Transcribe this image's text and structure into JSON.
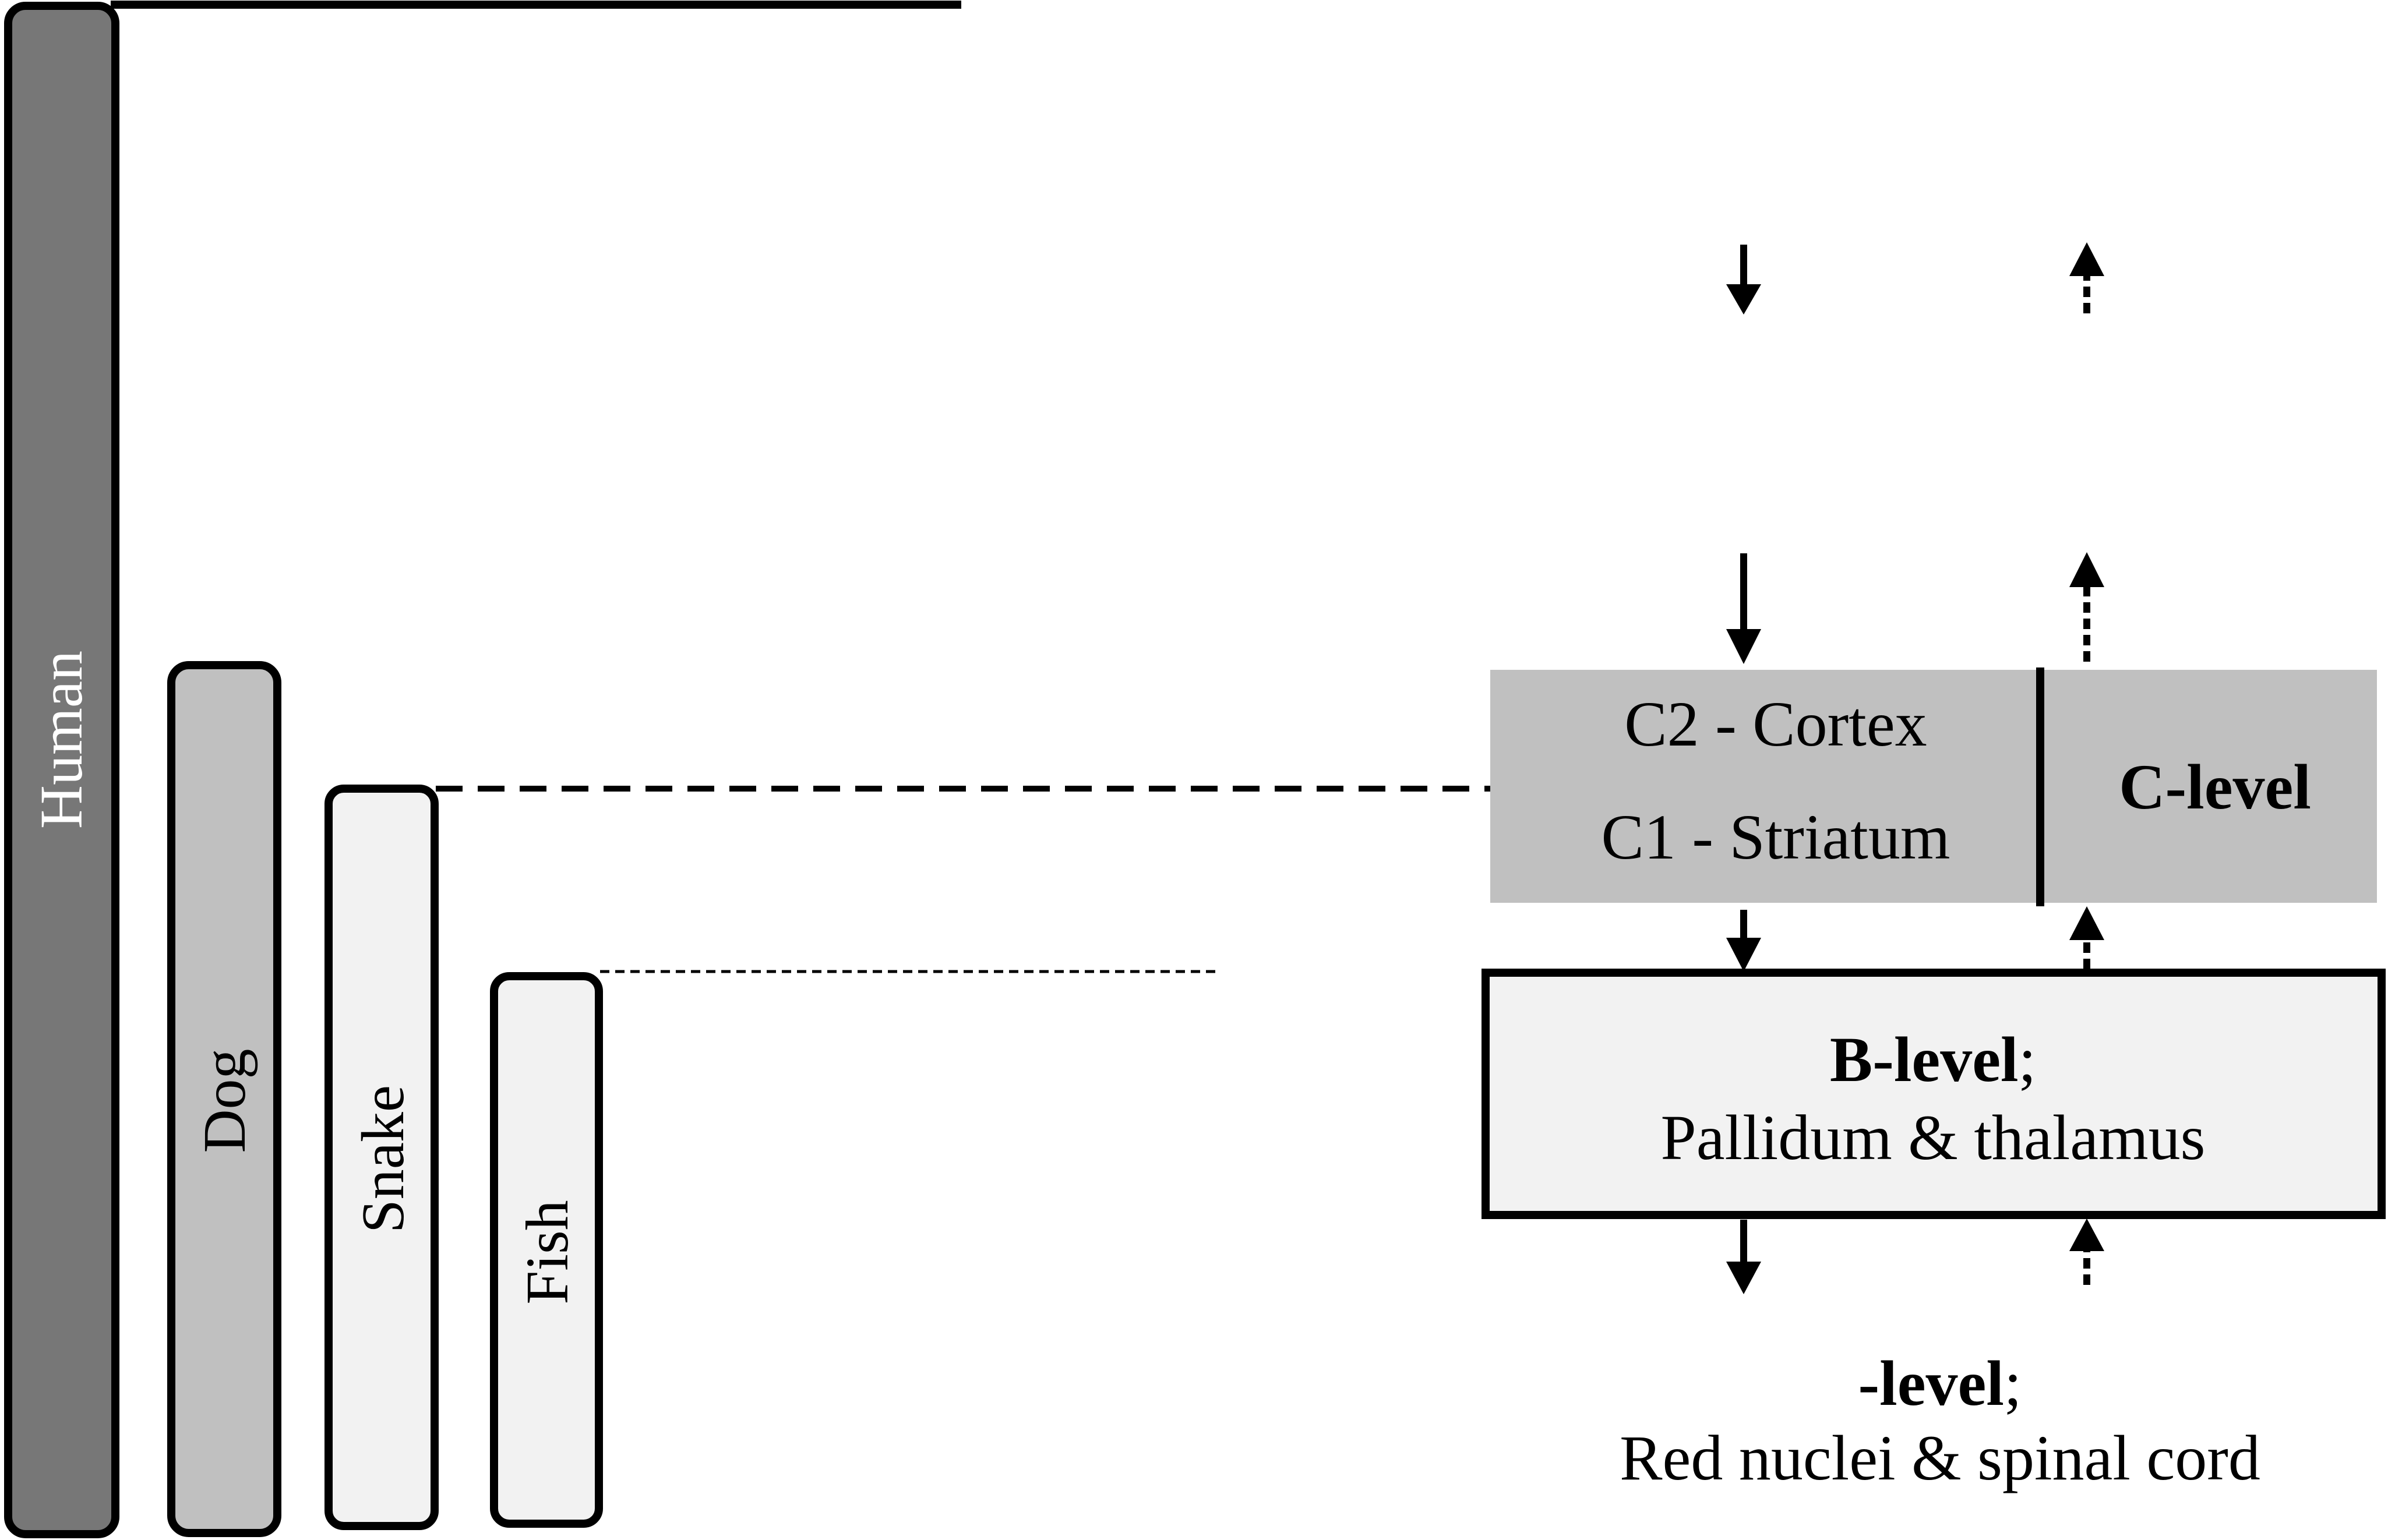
{
  "species": [
    {
      "label": "Human",
      "fill": "#777777"
    },
    {
      "label": "Dog",
      "fill": "#c0c0c0"
    },
    {
      "label": "Snake",
      "fill": "#f2f2f2"
    },
    {
      "label": "Fish",
      "fill": "#f2f2f2"
    }
  ],
  "c_level": {
    "cortex": "C2 - Cortex",
    "striatum": "C1 - Striatum",
    "label": "C-level",
    "fill": "#c0c0c0"
  },
  "b_level": {
    "label": "B-level",
    "separator": ";",
    "structures": "Pallidum & thalamus",
    "fill": "#f2f2f2"
  },
  "a_level": {
    "label": "-level",
    "separator": ";",
    "structures": "Red nuclei & spinal cord"
  }
}
